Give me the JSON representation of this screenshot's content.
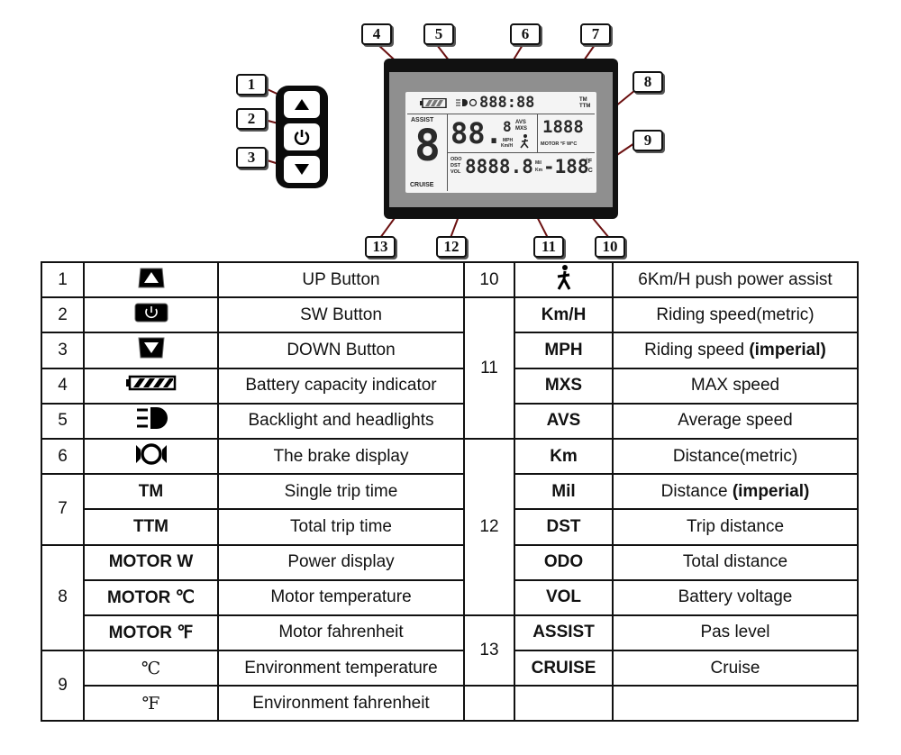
{
  "diagram": {
    "callouts": [
      "1",
      "2",
      "3",
      "4",
      "5",
      "6",
      "7",
      "8",
      "9",
      "10",
      "11",
      "12",
      "13"
    ],
    "lcd": {
      "time_digits": "888:88",
      "tm_label": "TM",
      "ttm_label": "TTM",
      "assist_label": "ASSIST",
      "assist_digit": "8",
      "cruise_label": "CRUISE",
      "speed_digits": "88.",
      "small_digit": "8",
      "avs_label": "AVS",
      "mxs_label": "MXS",
      "mph_label": "MPH",
      "kmh_label": "Km/H",
      "power_digits": "1888",
      "motor_label": "MOTOR °F W°C",
      "odo_label": "ODO",
      "dst_label": "DST",
      "vol_label": "VOL",
      "distance_digits": "8888.8",
      "mil_label": "Mil",
      "km_label": "Km",
      "temp_digits": "-188",
      "f_label": "°F",
      "c_label": "°C"
    }
  },
  "table": {
    "left": [
      {
        "num": "1",
        "icon": "up-triangle-button-icon",
        "desc": "UP Button"
      },
      {
        "num": "2",
        "icon": "power-button-icon",
        "desc": "SW Button"
      },
      {
        "num": "3",
        "icon": "down-triangle-button-icon",
        "desc": "DOWN Button"
      },
      {
        "num": "4",
        "icon": "battery-icon",
        "desc": "Battery capacity indicator"
      },
      {
        "num": "5",
        "icon": "headlight-icon",
        "desc": "Backlight and headlights"
      },
      {
        "num": "6",
        "icon": "brake-icon",
        "desc": "The brake display"
      },
      {
        "num": "7",
        "sym": "TM",
        "desc": "Single trip time"
      },
      {
        "sym": "TTM",
        "desc": "Total trip time"
      },
      {
        "num": "8",
        "sym": "MOTOR W",
        "desc": "Power display"
      },
      {
        "sym": "MOTOR ℃",
        "desc": "Motor temperature"
      },
      {
        "sym": "MOTOR ℉",
        "desc": "Motor fahrenheit"
      },
      {
        "num": "9",
        "sym": "℃",
        "desc": "Environment temperature"
      },
      {
        "sym": "℉",
        "desc": "Environment fahrenheit"
      }
    ],
    "right": [
      {
        "num": "10",
        "icon": "pedestrian-walk-icon",
        "desc": "6Km/H push power assist"
      },
      {
        "num": "11",
        "sym": "Km/H",
        "desc": "Riding speed(metric)"
      },
      {
        "sym": "MPH",
        "desc_plain": "Riding speed ",
        "desc_bold": "(imperial)"
      },
      {
        "sym": "MXS",
        "desc": "MAX speed"
      },
      {
        "sym": "AVS",
        "desc": "Average speed"
      },
      {
        "num": "12",
        "sym": "Km",
        "desc": "Distance(metric)"
      },
      {
        "sym": "Mil",
        "desc_plain": "Distance ",
        "desc_bold": "(imperial)"
      },
      {
        "sym": "DST",
        "desc": "Trip distance"
      },
      {
        "sym": "ODO",
        "desc": "Total distance"
      },
      {
        "sym": "VOL",
        "desc": "Battery voltage"
      },
      {
        "num": "13",
        "sym": "ASSIST",
        "desc": "Pas level"
      },
      {
        "sym": "CRUISE",
        "desc": "Cruise"
      },
      {
        "num": "",
        "sym": "",
        "desc": ""
      }
    ]
  }
}
